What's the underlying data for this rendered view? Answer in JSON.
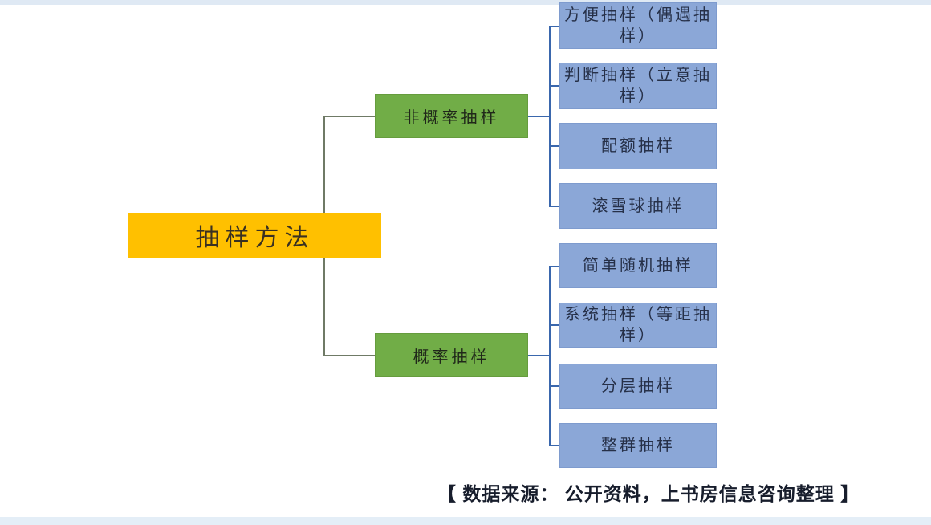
{
  "diagram": {
    "title_hint": "sampling-methods-tree",
    "root": {
      "label": "抽样方法",
      "fill": "#ffc000"
    },
    "branches": [
      {
        "label": "非概率抽样",
        "fill": "#71ad47",
        "children": [
          {
            "label": "方便抽样（偶遇抽样）"
          },
          {
            "label": "判断抽样（立意抽样）"
          },
          {
            "label": "配额抽样"
          },
          {
            "label": "滚雪球抽样"
          }
        ]
      },
      {
        "label": "概率抽样",
        "fill": "#71ad47",
        "children": [
          {
            "label": "简单随机抽样"
          },
          {
            "label": "系统抽样（等距抽样）"
          },
          {
            "label": "分层抽样"
          },
          {
            "label": "整群抽样"
          }
        ]
      }
    ],
    "colors": {
      "child_fill": "#8ba7d7",
      "child_border": "#7e9bce",
      "branch_connector": "#3a67ad",
      "root_connector": "#6f7a66",
      "root_fill": "#ffc000"
    }
  },
  "caption": {
    "text": "【 数据来源： 公开资料，上书房信息咨询整理 】",
    "color": "#171d2c"
  }
}
